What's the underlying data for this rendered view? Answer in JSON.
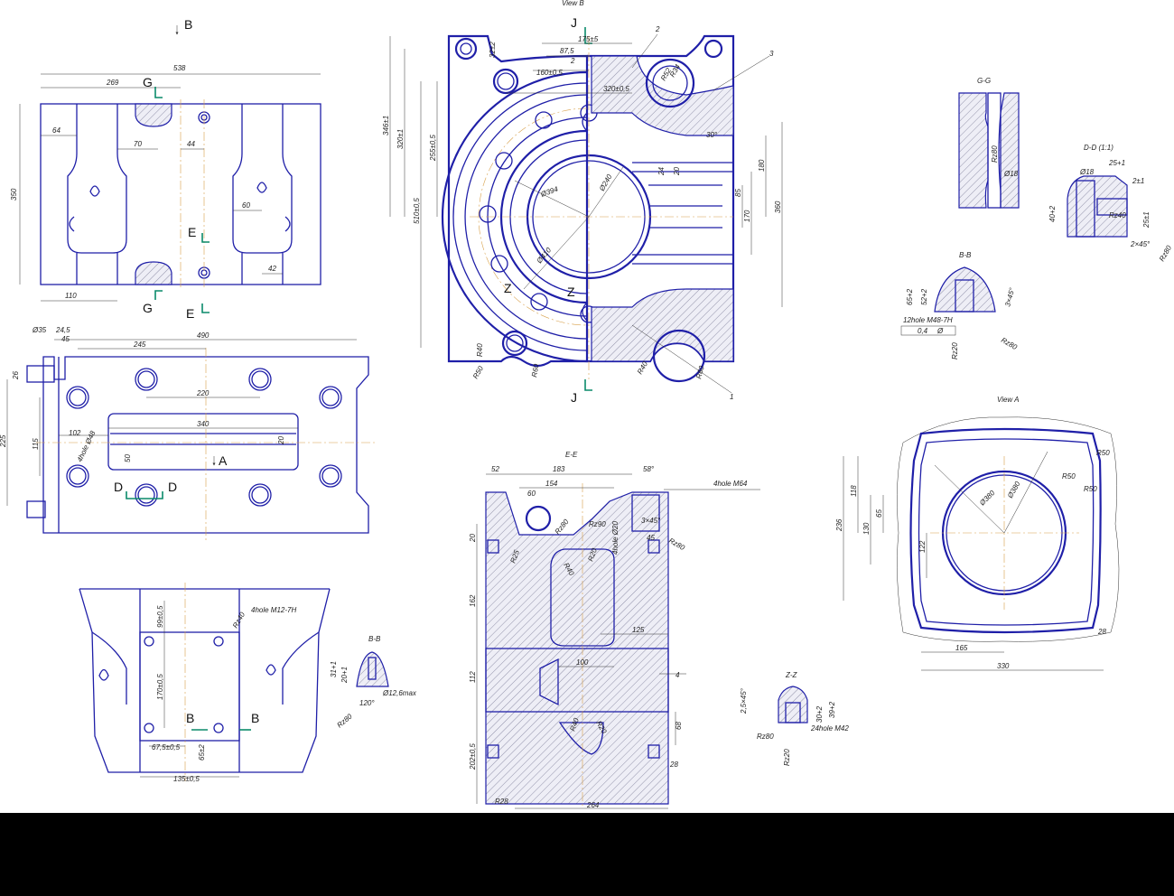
{
  "labels": {
    "view_b": "View B",
    "view_a": "View A",
    "gg": "G-G",
    "dd": "D-D (1:1)",
    "bb1": "B-B",
    "bb2": "B-B",
    "ee": "E-E",
    "zz": "Z-Z",
    "sec_b": "B",
    "sec_g": "G",
    "sec_e": "E",
    "sec_j": "J",
    "sec_a": "A",
    "sec_d": "D",
    "sec_z": "Z"
  },
  "callouts": [
    "1",
    "2",
    "3"
  ],
  "dims": {
    "top_left": [
      "538",
      "269",
      "64",
      "70",
      "44",
      "60",
      "42",
      "350",
      "110"
    ],
    "mid_left": [
      "Ø35",
      "24,5",
      "45",
      "245",
      "490",
      "26",
      "225",
      "115",
      "220",
      "340",
      "102",
      "4hole Ø48",
      "50",
      "20"
    ],
    "bottom_left": [
      "4hole M12-7H",
      "Rz40",
      "99±0,5",
      "170±0,5",
      "67,5±0,5",
      "65±2",
      "135±0,5"
    ],
    "view_b": [
      "175±5",
      "87,5",
      "2",
      "160±0,5",
      "320±0,5",
      "32±2",
      "R52",
      "R34",
      "346±1",
      "320±1",
      "255±0,5",
      "510±0,5",
      "Ø394",
      "Ø240",
      "Ø410",
      "30°",
      "24",
      "20",
      "85",
      "170",
      "180",
      "360",
      "R40",
      "R50",
      "R60",
      "R40",
      "R60"
    ],
    "gg": [
      "Rz80",
      "Ø18"
    ],
    "dd": [
      "Ø18",
      "25+1",
      "2±1",
      "40+2",
      "Rz40",
      "25±1",
      "2×45°",
      "Rz80"
    ],
    "bb_right": [
      "65+2",
      "52+2",
      "3×45°",
      "12hole M48-7H",
      "0,4",
      "Ø",
      "Rz20",
      "Rz80"
    ],
    "bb_small": [
      "31+1",
      "20+1",
      "120°",
      "Ø12,6max",
      "Rz80"
    ],
    "ee": [
      "52",
      "183",
      "58°",
      "154",
      "60",
      "4hole M64",
      "3×45°",
      "45",
      "Rz80",
      "Rz90",
      "4hole Ø20",
      "Rz80",
      "20",
      "R25",
      "R40",
      "R20",
      "162",
      "125",
      "112",
      "100",
      "4",
      "R40",
      "R20",
      "68",
      "202±0,5",
      "28",
      "R28",
      "264"
    ],
    "zz": [
      "2,5×45°",
      "30+2",
      "39+2",
      "Rz80",
      "24hole M42",
      "Rz20"
    ],
    "view_a": [
      "R50",
      "R50",
      "R50",
      "Ø380",
      "Ø380",
      "118",
      "65",
      "130",
      "236",
      "122",
      "165",
      "28",
      "330"
    ]
  },
  "colors": {
    "outline": "#1f1fa8",
    "center": "#d8a04a",
    "dim": "#333333",
    "section_mark": "#0a8a6a",
    "banner": "#000000"
  }
}
